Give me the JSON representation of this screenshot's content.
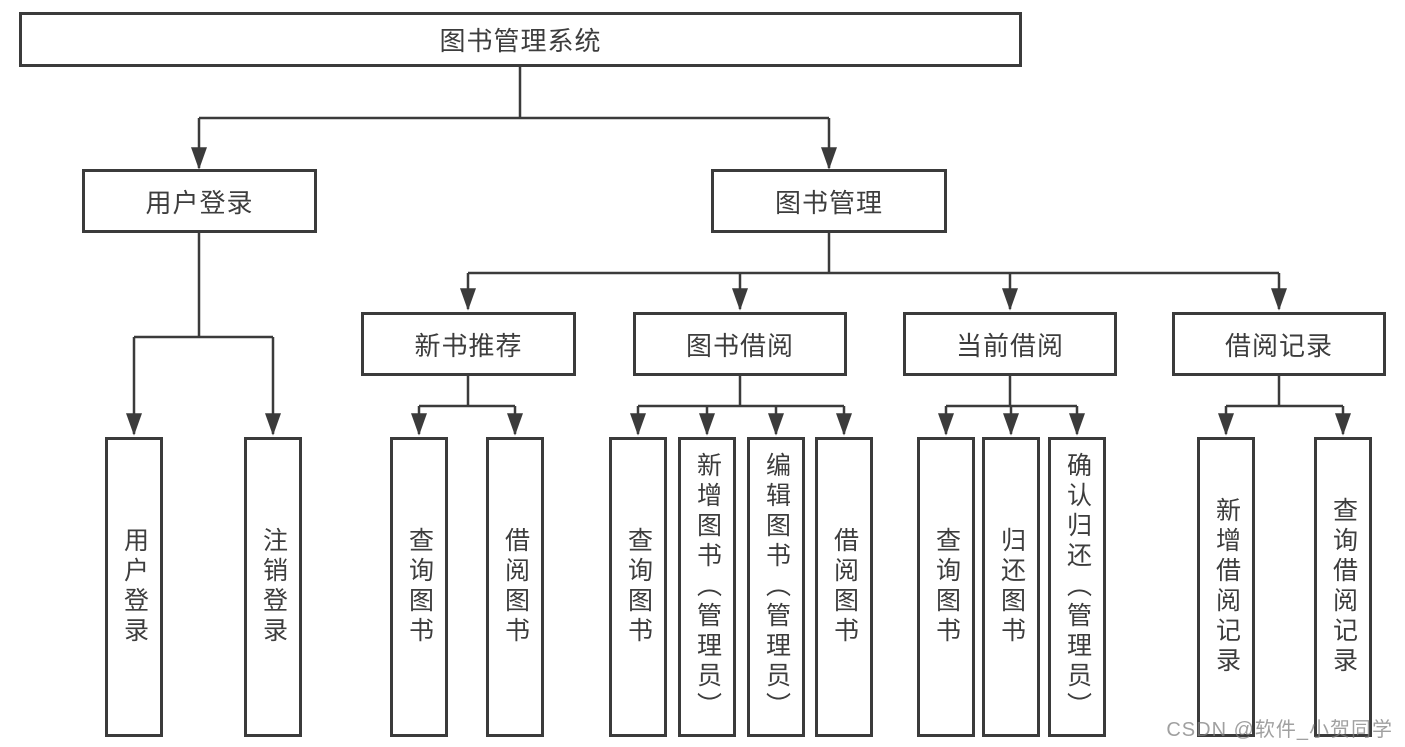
{
  "diagram": {
    "root_label": "图书管理系统",
    "level2": {
      "user_login": "用户登录",
      "book_management": "图书管理"
    },
    "level3": {
      "new_book_recommendation": "新书推荐",
      "book_borrowing": "图书借阅",
      "current_borrowing": "当前借阅",
      "borrowing_records": "借阅记录"
    },
    "leaves": {
      "user_login": [
        "用户登录",
        "注销登录"
      ],
      "new_book_recommendation": [
        "查询图书",
        "借阅图书"
      ],
      "book_borrowing": [
        "查询图书",
        "新增图书（管理员）",
        "编辑图书（管理员）",
        "借阅图书"
      ],
      "current_borrowing": [
        "查询图书",
        "归还图书",
        "确认归还（管理员）"
      ],
      "borrowing_records": [
        "新增借阅记录",
        "查询借阅记录"
      ]
    }
  },
  "watermark": "CSDN @软件_小贺同学",
  "colors": {
    "line": "#3b3b3b",
    "box_border": "#3b3b3b",
    "text": "#3d3d3d",
    "watermark": "#9a9a9a",
    "background": "#ffffff"
  }
}
